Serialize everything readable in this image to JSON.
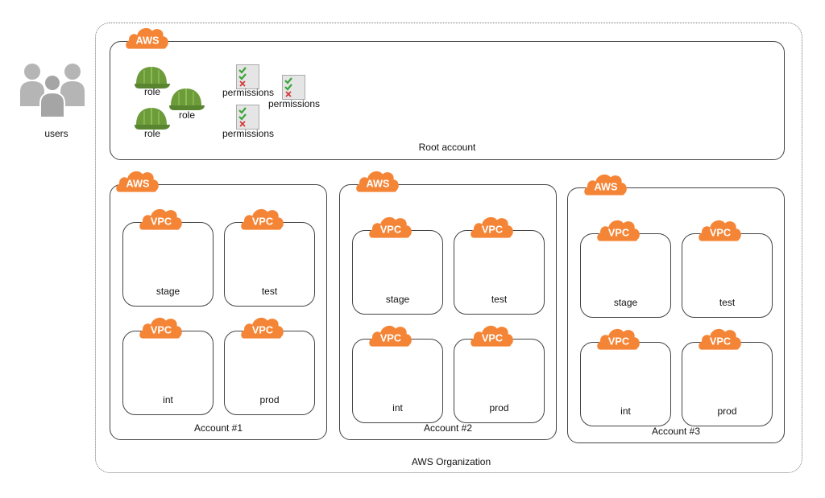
{
  "organization": {
    "label": "AWS Organization"
  },
  "users": {
    "label": "users"
  },
  "cloud_text": {
    "aws": "AWS",
    "vpc": "VPC"
  },
  "root": {
    "label": "Root account",
    "roles": [
      "role",
      "role",
      "role"
    ],
    "permissions": [
      "permissions",
      "permissions",
      "permissions"
    ]
  },
  "accounts": [
    {
      "label": "Account #1",
      "vpcs": [
        "stage",
        "test",
        "int",
        "prod"
      ]
    },
    {
      "label": "Account #2",
      "vpcs": [
        "stage",
        "test",
        "int",
        "prod"
      ]
    },
    {
      "label": "Account #3",
      "vpcs": [
        "stage",
        "test",
        "int",
        "prod"
      ]
    }
  ],
  "colors": {
    "aws_orange": "#f58536",
    "helmet_green": "#6d9b3a",
    "users_gray": "#b5b5b5",
    "check_green": "#3aa43a",
    "cross_red": "#d43a3a"
  },
  "icons": {
    "users": "users-group-icon",
    "role": "helmet-icon",
    "permissions": "checklist-icon",
    "aws": "aws-cloud-icon",
    "vpc": "vpc-cloud-icon"
  }
}
